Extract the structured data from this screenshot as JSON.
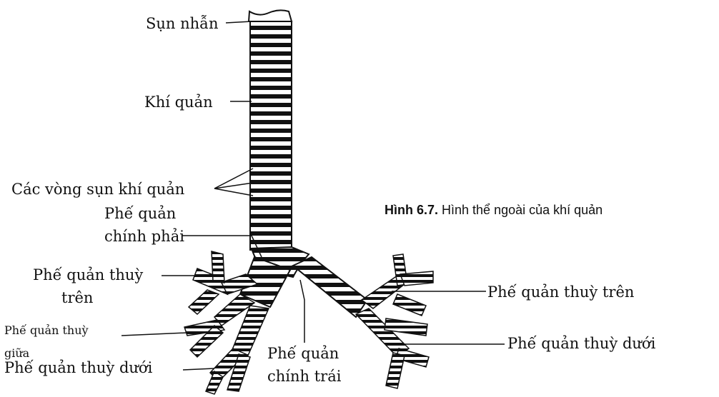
{
  "labels": {
    "cricoid": "Sụn nhẫn",
    "trachea": "Khí quản",
    "rings": "Các vòng sụn khí quản",
    "right_main_1": "Phế quản",
    "right_main_2": "chính phải",
    "right_upper_1": "Phế quản thuỳ",
    "right_upper_2": "trên",
    "right_middle_1": "Phế quản thuỳ",
    "right_middle_2": "giữa",
    "right_lower": "Phế quản thuỳ dưới",
    "left_main_1": "Phế quản",
    "left_main_2": "chính trái",
    "left_upper": "Phế quản thuỳ trên",
    "left_lower": "Phế quản thuỳ dưới"
  },
  "caption": {
    "number": "Hình 6.7.",
    "text": " Hình thể ngoài của khí quản"
  }
}
